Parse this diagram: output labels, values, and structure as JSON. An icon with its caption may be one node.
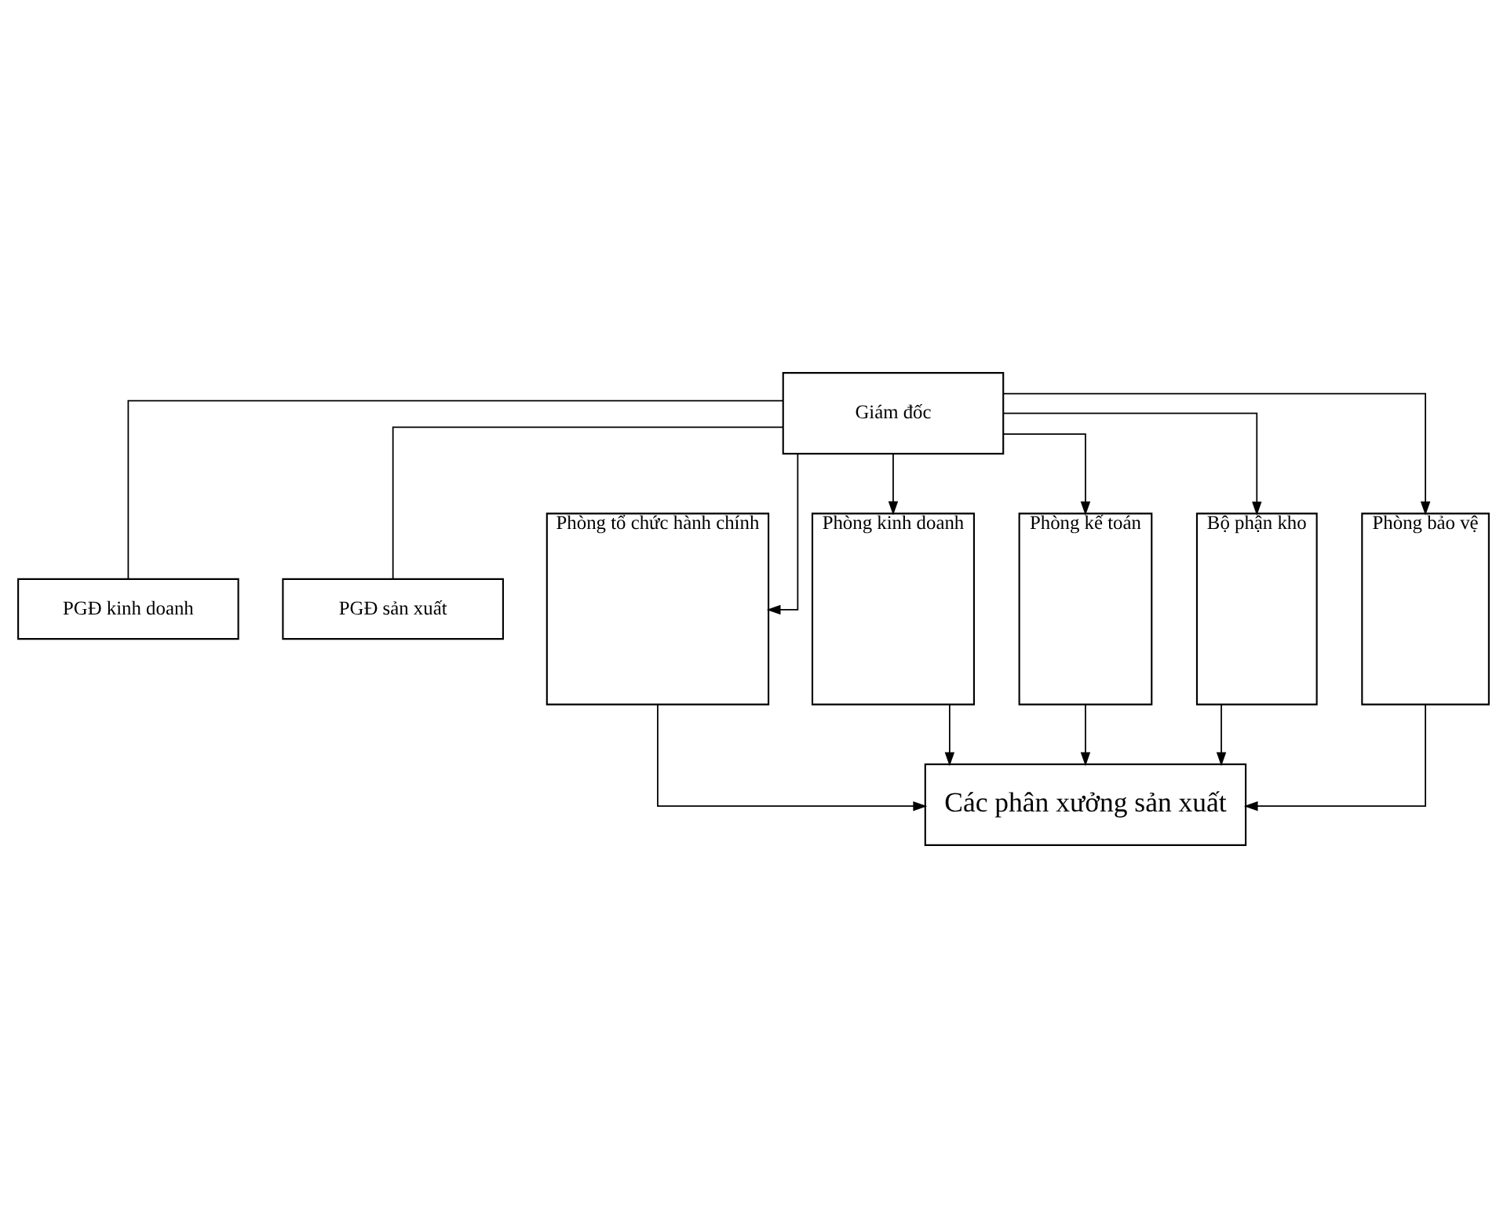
{
  "diagram": {
    "nodes": [
      {
        "text": [
          "Giám đốc"
        ]
      },
      {
        "text": [
          "PGĐ kinh doanh"
        ]
      },
      {
        "text": [
          "PGĐ sản xuất"
        ]
      },
      {
        "text": [
          "Phòng tổ chức hành chính"
        ]
      },
      {
        "text": [
          "Phòng kinh doanh"
        ]
      },
      {
        "text": [
          "Phòng kế toán"
        ]
      },
      {
        "text": [
          "Bộ phận kho"
        ]
      },
      {
        "text": [
          "Phòng bảo vệ"
        ]
      },
      {
        "text": [
          "Các phân xưởng sản xuất"
        ]
      }
    ],
    "edges": [
      {
        "from": 0,
        "to": 1,
        "arrow": "none"
      },
      {
        "from": 0,
        "to": 2,
        "arrow": "none"
      },
      {
        "from": 0,
        "to": 3,
        "arrow": "to"
      },
      {
        "from": 0,
        "to": 4,
        "arrow": "to"
      },
      {
        "from": 0,
        "to": 5,
        "arrow": "to"
      },
      {
        "from": 0,
        "to": 6,
        "arrow": "to"
      },
      {
        "from": 0,
        "to": 7,
        "arrow": "to"
      },
      {
        "from": 3,
        "to": 8,
        "arrow": "to"
      },
      {
        "from": 4,
        "to": 8,
        "arrow": "to"
      },
      {
        "from": 5,
        "to": 8,
        "arrow": "to"
      },
      {
        "from": 6,
        "to": 8,
        "arrow": "to"
      },
      {
        "from": 7,
        "to": 8,
        "arrow": "to"
      }
    ]
  }
}
